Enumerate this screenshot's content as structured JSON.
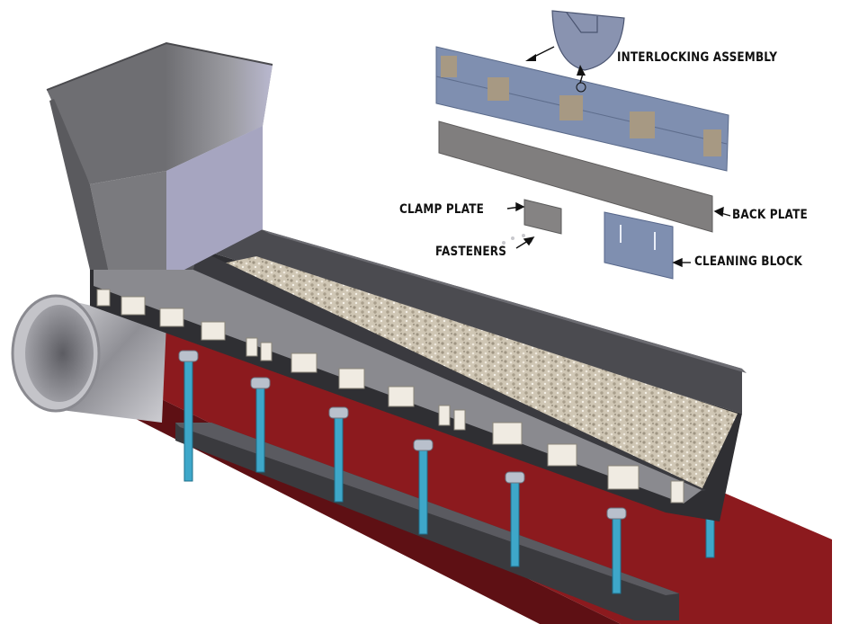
{
  "labels": {
    "interlocking_assembly": "INTERLOCKING ASSEMBLY",
    "clamp_plate": "CLAMP PLATE",
    "back_plate": "BACK PLATE",
    "fasteners": "FASTENERS",
    "cleaning_block": "CLEANING BLOCK"
  },
  "colors": {
    "panel_blue": "#7f8fb0",
    "frame_red": "#8c1a1e",
    "support_cyan": "#3ea7c9",
    "steel_grey": "#7b7b7f",
    "belt_dark": "#2f2f33"
  }
}
